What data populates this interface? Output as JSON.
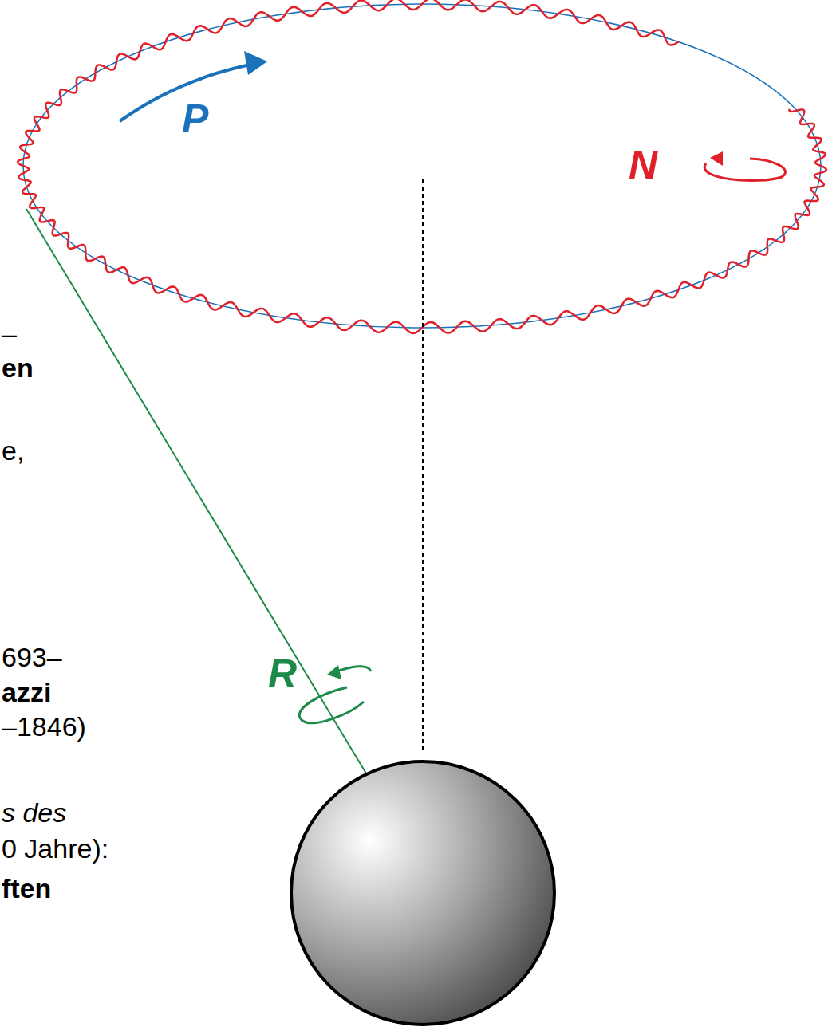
{
  "diagram": {
    "labels": [
      "P",
      "N",
      "R",
      "–",
      "en",
      "e,",
      "693–",
      "azzi",
      "–1846)",
      "s des",
      "0 Jahre):",
      "ften"
    ]
  }
}
